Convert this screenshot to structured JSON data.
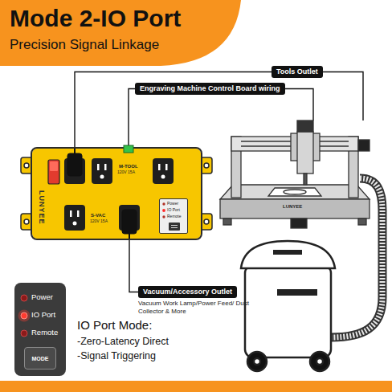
{
  "diagram": {
    "title": "Mode 2-IO Port",
    "nodes": [
      {
        "text": [
          "Tools Outlet"
        ]
      },
      {
        "text": [
          "Engraving Machine Control Board wiring"
        ]
      },
      {
        "text": [
          "LUNYEE"
        ]
      },
      {
        "text": [
          "LUNYEE",
          "M-TOOL",
          "120V 15A",
          "S-VAC",
          "120V 15A"
        ]
      },
      {
        "text": [
          "Power",
          "IO Port",
          "Remote"
        ],
        "in": 3
      },
      {
        "text": [
          "Vacuum/Accessory Outlet"
        ]
      },
      {
        "text": [
          "Power",
          "IO Port",
          "Remote"
        ]
      },
      {
        "text": [
          "MODE"
        ],
        "in": 6
      }
    ],
    "edges": [
      {
        "from": 3,
        "to": 0,
        "arrow": "none"
      },
      {
        "from": 0,
        "to": 2,
        "arrow": "none"
      },
      {
        "from": 3,
        "to": 1,
        "arrow": "none"
      },
      {
        "from": 1,
        "to": 2,
        "arrow": "none"
      },
      {
        "from": 3,
        "to": 5,
        "arrow": "none"
      }
    ],
    "labels": [
      "Precision Signal Linkage",
      "Vacuum Work Lamp/Power Feed/ Dust Collector & More",
      "IO Port Mode:",
      "-Zero-Latency Direct",
      "-Signal Triggering"
    ]
  }
}
